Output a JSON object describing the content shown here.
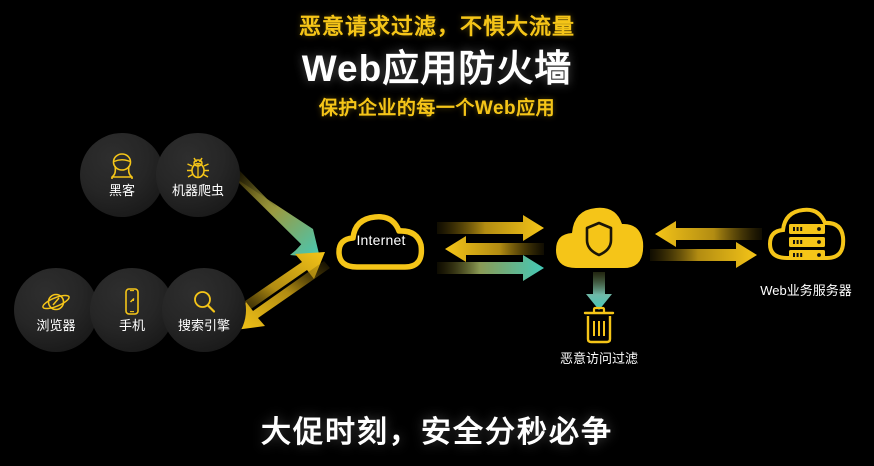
{
  "poster": {
    "background_color": "#000000",
    "accent_color": "#f5c518",
    "teal_color": "#3fc1b0",
    "headline_top": "恶意请求过滤，不惧大流量",
    "main_title": "Web应用防火墙",
    "headline_sub": "保护企业的每一个Web应用",
    "footer": "大促时刻，安全分秒必争"
  },
  "sources": {
    "top_row": [
      {
        "label": "黑客",
        "icon": "hacker-icon"
      },
      {
        "label": "机器爬虫",
        "icon": "bug-crawler-icon"
      }
    ],
    "bottom_row": [
      {
        "label": "浏览器",
        "icon": "browser-planet-icon"
      },
      {
        "label": "手机",
        "icon": "mobile-phone-icon"
      },
      {
        "label": "搜索引擎",
        "icon": "search-magnifier-icon"
      }
    ]
  },
  "nodes": {
    "internet": {
      "label": "Internet",
      "icon": "cloud-outline-icon"
    },
    "waf": {
      "label": "",
      "icon": "shield-cloud-icon"
    },
    "server": {
      "label": "Web业务服务器",
      "icon": "server-cloud-icon"
    },
    "filter": {
      "label": "恶意访问过滤",
      "icon": "trash-bin-icon"
    }
  },
  "flows": [
    {
      "name": "attack-to-internet",
      "direction": "right-down",
      "color": "#3fc1b0"
    },
    {
      "name": "users-to-internet",
      "direction": "right-up",
      "color": "#d4a017"
    },
    {
      "name": "internet-from-users",
      "direction": "left-down",
      "color": "#d4a017"
    },
    {
      "name": "internet-to-waf-request",
      "direction": "right",
      "color": "#d4a017"
    },
    {
      "name": "waf-to-internet-response",
      "direction": "left",
      "color": "#d4a017"
    },
    {
      "name": "internet-to-waf-malicious",
      "direction": "right",
      "color": "#3fc1b0"
    },
    {
      "name": "waf-to-server",
      "direction": "right",
      "color": "#d4a017"
    },
    {
      "name": "server-to-waf",
      "direction": "left",
      "color": "#d4a017"
    },
    {
      "name": "waf-to-trash",
      "direction": "down",
      "color": "#3fc1b0"
    }
  ]
}
